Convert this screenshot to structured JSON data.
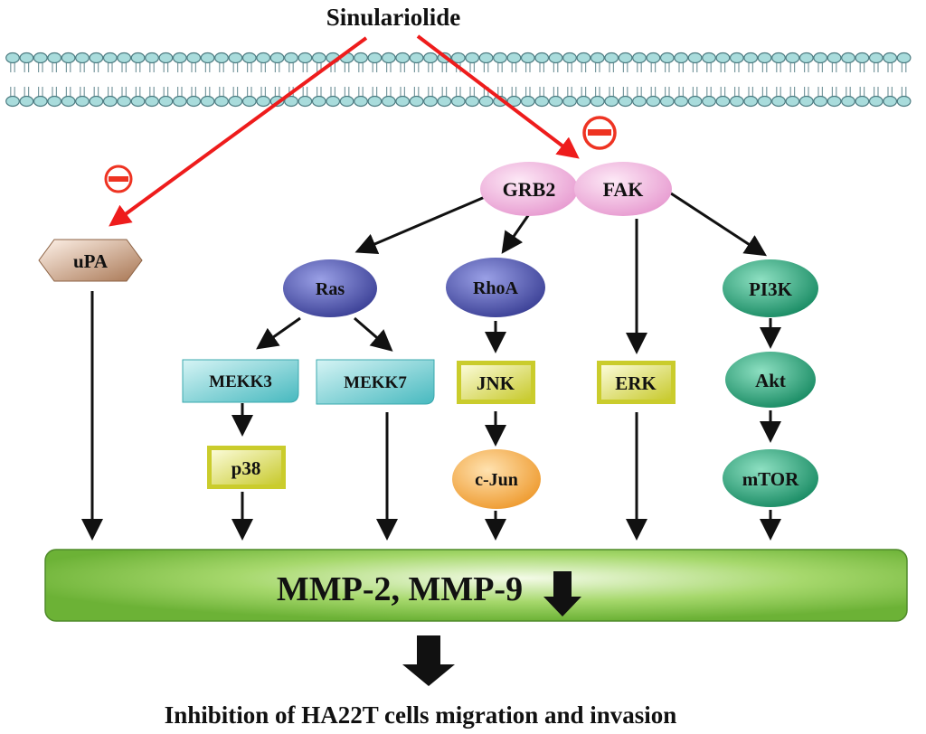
{
  "title": "Sinulariolide",
  "nodes": {
    "upa": "uPA",
    "grb2": "GRB2",
    "fak": "FAK",
    "ras": "Ras",
    "rhoa": "RhoA",
    "pi3k": "PI3K",
    "mekk3": "MEKK3",
    "mekk7": "MEKK7",
    "jnk": "JNK",
    "erk": "ERK",
    "akt": "Akt",
    "p38": "p38",
    "cjun": "c-Jun",
    "mtor": "mTOR"
  },
  "inhibition_symbol": "⊖",
  "target_bar": {
    "label": "MMP-2, MMP-9",
    "trend": "down"
  },
  "outcome": "Inhibition of HA22T cells migration and invasion",
  "colors": {
    "inhibit_arrow": "#ee1c1c",
    "arrow": "#111111",
    "membrane_head": "#a9dcdc",
    "grb2_fak": "#f1b7de",
    "ras_rhoa": "#5a5fb3",
    "pi3k_akt_mtor": "#2aa57c",
    "mekk": "#5fc7cc",
    "kinase_box": "#e6e85a",
    "cjun": "#f4a844",
    "upa": "#b88867",
    "mmp_bar": "#7cc242"
  }
}
